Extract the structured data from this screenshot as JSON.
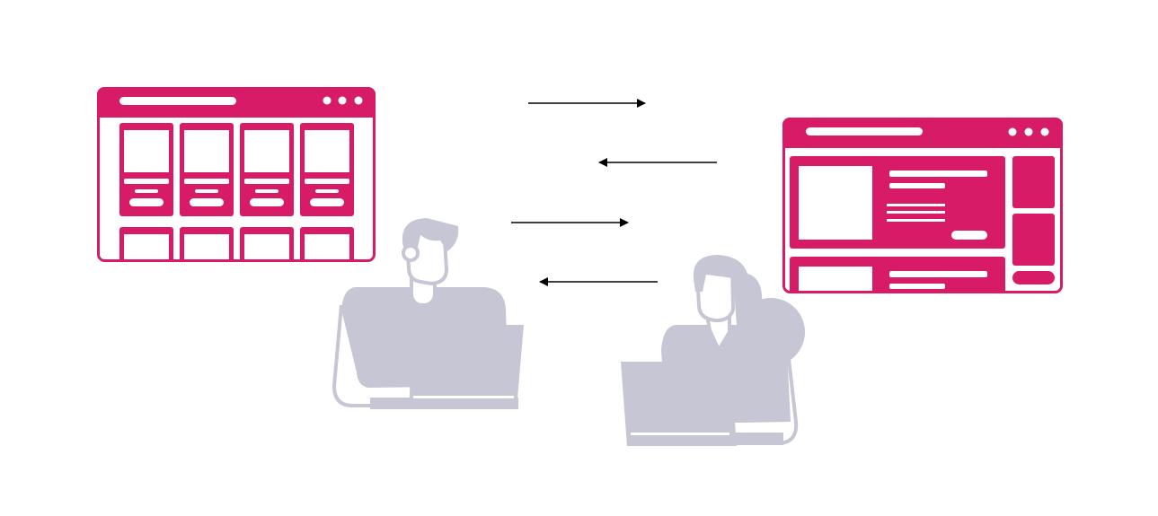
{
  "colors": {
    "brand": "#D81B67",
    "figure": "#C6C6D4",
    "background": "#FFFFFF",
    "arrow": "#000000"
  },
  "illustration": {
    "left_window_card_count": 4,
    "arrows": [
      "right",
      "left",
      "right",
      "left"
    ]
  }
}
